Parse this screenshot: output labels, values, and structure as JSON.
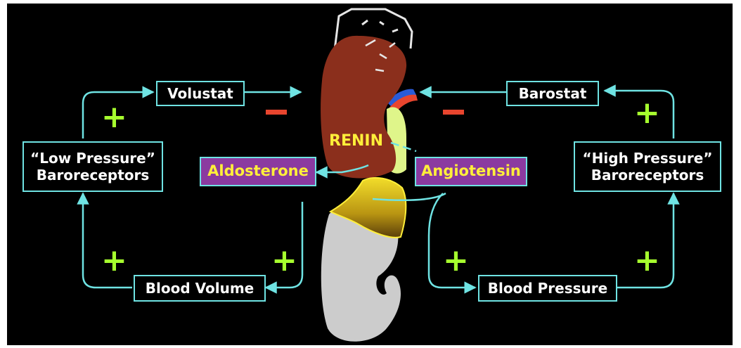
{
  "boxes": {
    "volustat": "Volustat",
    "barostat": "Barostat",
    "low_pressure": [
      "“Low Pressure”",
      "Baroreceptors"
    ],
    "high_pressure": [
      "“High Pressure”",
      "Baroreceptors"
    ],
    "aldosterone": "Aldosterone",
    "angiotensin": "Angiotensin",
    "blood_volume": "Blood Volume",
    "blood_pressure": "Blood Pressure"
  },
  "organ_label": "RENIN",
  "signs": {
    "plus": "+",
    "minus": "−"
  },
  "colors": {
    "background": "#000000",
    "arrow": "#6fe3e3",
    "box_border": "#6fe3e3",
    "hormone_box_fill": "#8b3aa0",
    "hormone_text": "#ffef3a",
    "plus": "#a6ff2e",
    "minus": "#e8452e",
    "kidney": "#8b2f1c",
    "adrenal": "#d8c020",
    "lower_kidney": "#cccccc"
  },
  "icons": [
    "kidney-icon",
    "adrenal-gland-icon",
    "grey-kidney-icon",
    "renal-artery-icon"
  ]
}
